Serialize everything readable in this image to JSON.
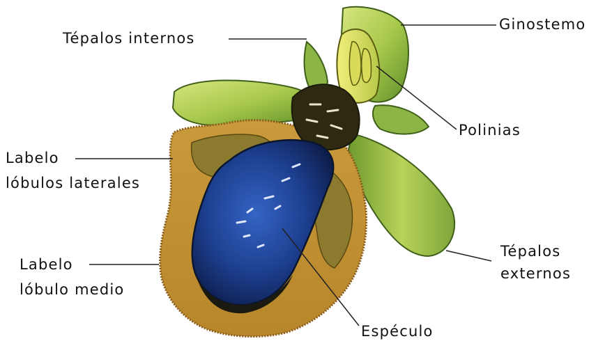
{
  "diagram": {
    "labels": {
      "tepalos_internos": "Tépalos internos",
      "ginostemo": "Ginostemo",
      "polinias": "Polinias",
      "labelo_lat_1": "Labelo",
      "labelo_lat_2": "lóbulos laterales",
      "labelo_med_1": "Labelo",
      "labelo_med_2": "lóbulo medio",
      "tepalos_ext_1": "Tépalos",
      "tepalos_ext_2": "externos",
      "especulo": "Espéculo"
    },
    "colors": {
      "leaf_light": "#c7dc6a",
      "leaf_mid": "#8fb23a",
      "leaf_dark": "#4f7a22",
      "fringe": "#c8922e",
      "fringe_dark": "#8a5a1a",
      "speculum": "#1d3f8f",
      "speculum_dark": "#0e1f4f",
      "column_yellow": "#e3e35a",
      "base_dark": "#2a2a12",
      "line": "#222222"
    }
  }
}
